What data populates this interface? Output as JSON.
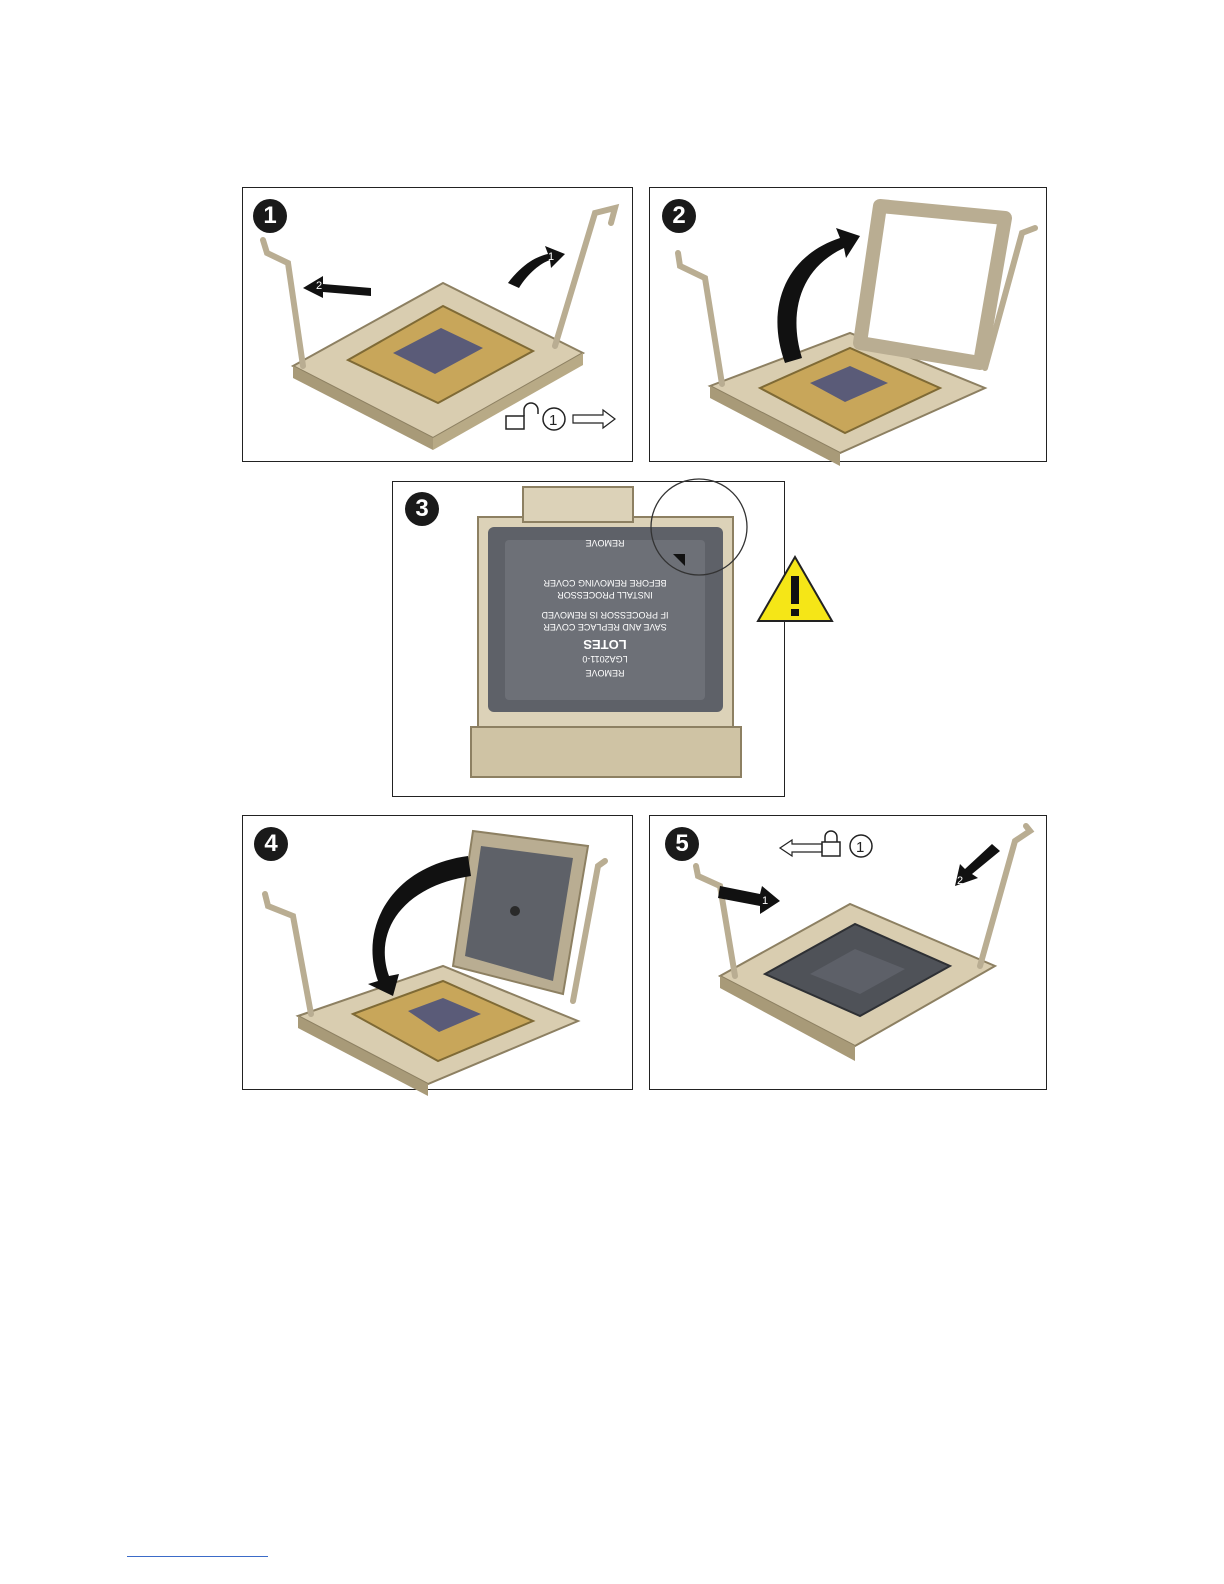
{
  "steps": [
    {
      "number": "1",
      "arrow_labels": [
        "1",
        "2"
      ],
      "lock_step": "①"
    },
    {
      "number": "2"
    },
    {
      "number": "3",
      "cover_text": [
        "REMOVE",
        "LGA2011-0",
        "LOTES",
        "SAVE AND REPLACE COVER",
        "IF PROCESSOR IS REMOVED",
        "INSTALL PROCESSOR",
        "BEFORE REMOVING COVER",
        "REMOVE"
      ]
    },
    {
      "number": "4"
    },
    {
      "number": "5",
      "arrow_labels": [
        "1",
        "2"
      ],
      "lock_step": "①"
    }
  ],
  "colors": {
    "socket": "#d9cdb0",
    "socket_shadow": "#a89a78",
    "lever": "#b9ad92",
    "cpu_gold": "#c8a65a",
    "cover": "#55585e",
    "warning": "#f5e617",
    "arrow": "#111111"
  },
  "icons": [
    "unlock-icon",
    "lock-icon",
    "warning-icon",
    "arrow-right-icon",
    "arrow-left-icon"
  ]
}
